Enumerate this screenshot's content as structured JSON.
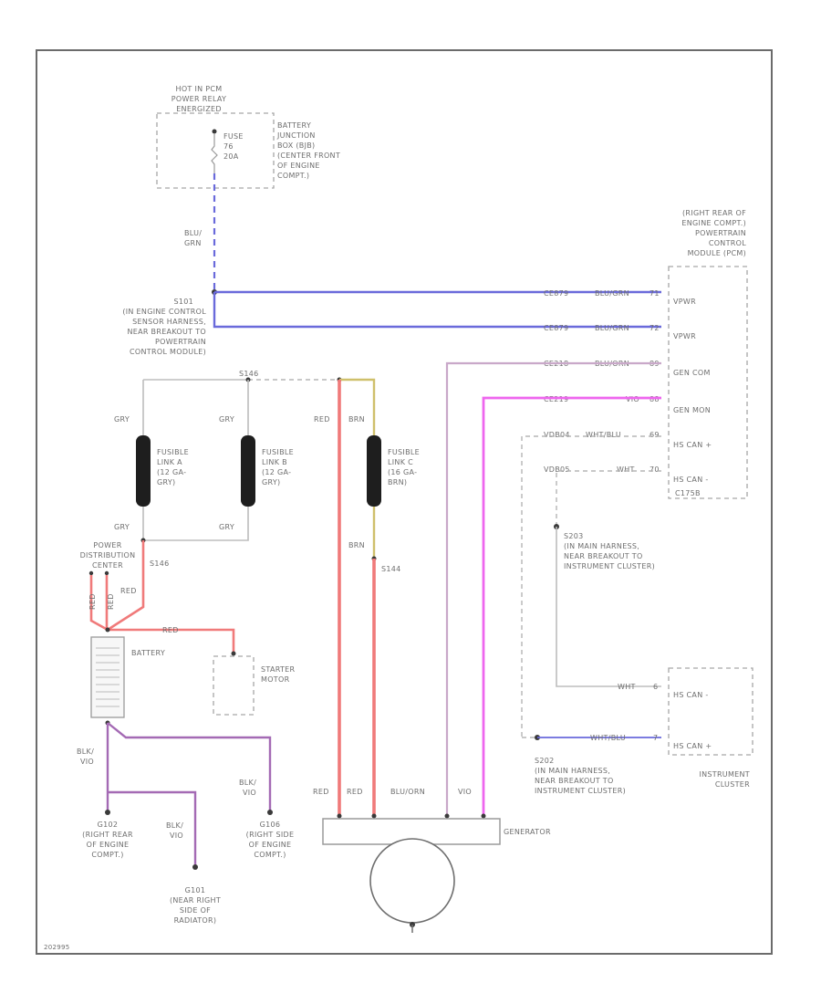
{
  "fuse_block": {
    "header": [
      "HOT IN PCM",
      "POWER RELAY",
      "ENERGIZED"
    ],
    "fuse_label": [
      "FUSE",
      "76",
      "20A"
    ],
    "location": [
      "BATTERY",
      "JUNCTION",
      "BOX (BJB)",
      "(CENTER FRONT",
      "OF ENGINE",
      "COMPT.)"
    ]
  },
  "wire_blu_grn": [
    "BLU/",
    "GRN"
  ],
  "splice_s101": [
    "S101",
    "(IN ENGINE CONTROL",
    "SENSOR HARNESS,",
    "NEAR BREAKOUT TO",
    "POWERTRAIN",
    "CONTROL MODULE)"
  ],
  "pcm": {
    "location": [
      "(RIGHT REAR OF",
      "ENGINE COMPT.)",
      "POWERTRAIN",
      "CONTROL",
      "MODULE (PCM)"
    ],
    "pins": [
      "VPWR",
      "VPWR",
      "GEN COM",
      "GEN MON",
      "HS CAN +",
      "HS CAN -"
    ],
    "connector": "C175B"
  },
  "pcm_wires": [
    {
      "code": "CE879",
      "label": "BLU/GRN",
      "pin": "71"
    },
    {
      "code": "CE879",
      "label": "BLU/GRN",
      "pin": "72"
    },
    {
      "code": "CE218",
      "label": "BLU/ORN",
      "pin": "89"
    },
    {
      "code": "CE219",
      "label": "VIO",
      "pin": "88"
    },
    {
      "code": "VDB04",
      "label": "WHT/BLU",
      "pin": "69"
    },
    {
      "code": "VDB05",
      "label": "WHT",
      "pin": "70"
    }
  ],
  "splice_s146_top": "S146",
  "fusible_links": [
    {
      "name": [
        "FUSIBLE",
        "LINK A",
        "(12 GA-",
        "GRY)"
      ],
      "wire_top": "GRY",
      "wire_bottom": "GRY"
    },
    {
      "name": [
        "FUSIBLE",
        "LINK B",
        "(12 GA-",
        "GRY)"
      ],
      "wire_top": "GRY",
      "wire_bottom": "GRY"
    },
    {
      "name": [
        "FUSIBLE",
        "LINK C",
        "(16 GA-",
        "BRN)"
      ],
      "wire_top": "BRN",
      "wire_bottom": "BRN"
    }
  ],
  "red_wire_label": "RED",
  "pdc": [
    "POWER",
    "DISTRIBUTION",
    "CENTER"
  ],
  "splice_s146_low": "S146",
  "splice_s144": "S144",
  "pdc_wires": [
    "RED",
    "RED",
    "RED"
  ],
  "battery_red_wire": "RED",
  "battery_label": "BATTERY",
  "starter": [
    "STARTER",
    "MOTOR"
  ],
  "ground_wires": [
    {
      "label": [
        "BLK/",
        "VIO"
      ]
    },
    {
      "label": [
        "BLK/",
        "VIO"
      ]
    },
    {
      "label": [
        "BLK/",
        "VIO"
      ]
    }
  ],
  "grounds": [
    {
      "id": [
        "G102",
        "(RIGHT REAR",
        "OF ENGINE",
        "COMPT.)"
      ]
    },
    {
      "id": [
        "G101",
        "(NEAR RIGHT",
        "SIDE OF",
        "RADIATOR)"
      ]
    },
    {
      "id": [
        "G106",
        "(RIGHT SIDE",
        "OF ENGINE",
        "COMPT.)"
      ]
    }
  ],
  "generator": {
    "label": "GENERATOR",
    "wires": [
      "RED",
      "RED",
      "BLU/ORN",
      "VIO"
    ]
  },
  "splice_s203": [
    "S203",
    "(IN MAIN HARNESS,",
    "NEAR BREAKOUT TO",
    "INSTRUMENT CLUSTER)"
  ],
  "splice_s202": [
    "S202",
    "(IN MAIN HARNESS,",
    "NEAR BREAKOUT TO",
    "INSTRUMENT CLUSTER)"
  ],
  "cluster": {
    "pins": [
      "HS CAN -",
      "HS CAN +"
    ],
    "wires": [
      {
        "label": "WHT",
        "pin": "6"
      },
      {
        "label": "WHT/BLU",
        "pin": "7"
      }
    ],
    "label": [
      "INSTRUMENT",
      "CLUSTER"
    ]
  },
  "figure_code": "202995"
}
